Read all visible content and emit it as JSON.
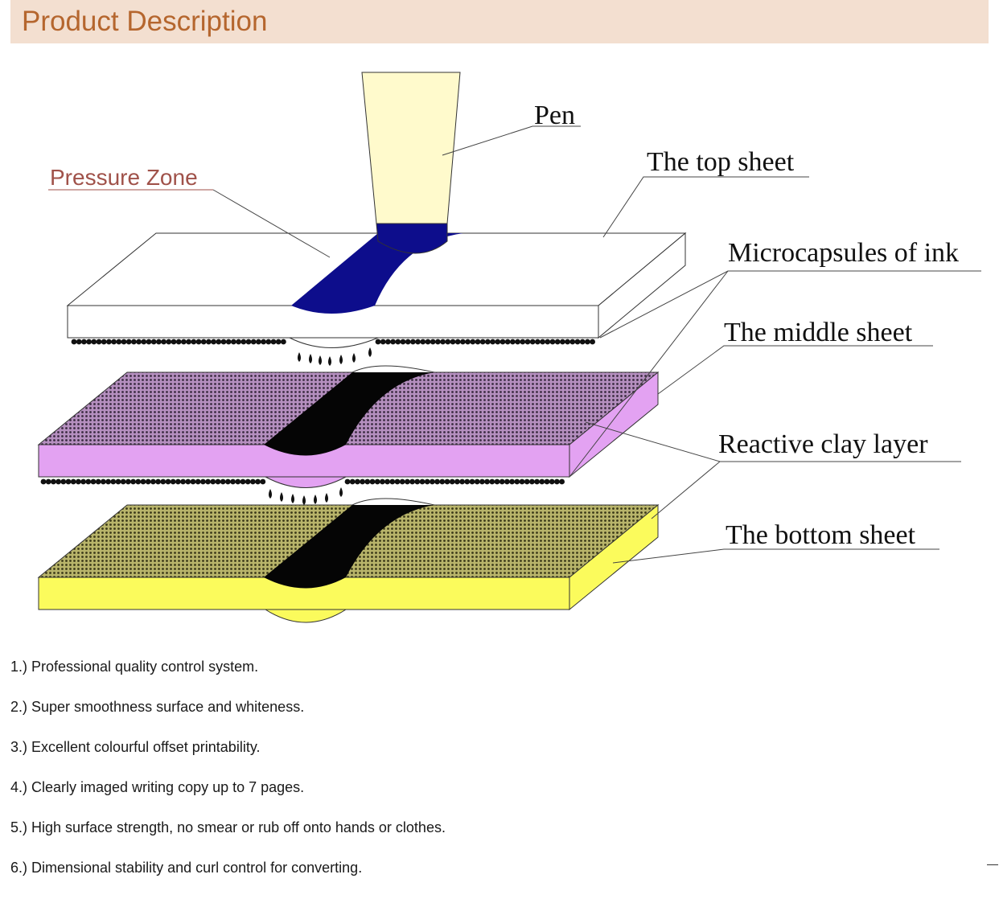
{
  "header": {
    "title": "Product Description"
  },
  "diagram": {
    "labels": {
      "pen": "Pen",
      "top_sheet": "The top sheet",
      "pressure_zone": "Pressure Zone",
      "microcapsules": "Microcapsules of ink",
      "middle_sheet": "The middle sheet",
      "reactive_clay": "Reactive clay layer",
      "bottom_sheet": "The bottom sheet"
    },
    "colors": {
      "pressure_zone_label": "#a0524a",
      "pen_body": "#fffacc",
      "pen_tip": "#0d0d8c",
      "middle_top": "#8a6a90",
      "middle_side": "#e3a2f2",
      "bottom_top": "#7d7a3e",
      "bottom_side": "#fbfb5c",
      "ink_mark": "#050505"
    }
  },
  "features": [
    "1.) Professional quality control system.",
    "2.) Super smoothness surface and whiteness.",
    "3.) Excellent colourful offset printability.",
    "4.) Clearly imaged writing copy up to 7 pages.",
    "5.) High surface strength, no smear or rub off onto hands or clothes.",
    "6.) Dimensional stability and curl control for converting."
  ]
}
